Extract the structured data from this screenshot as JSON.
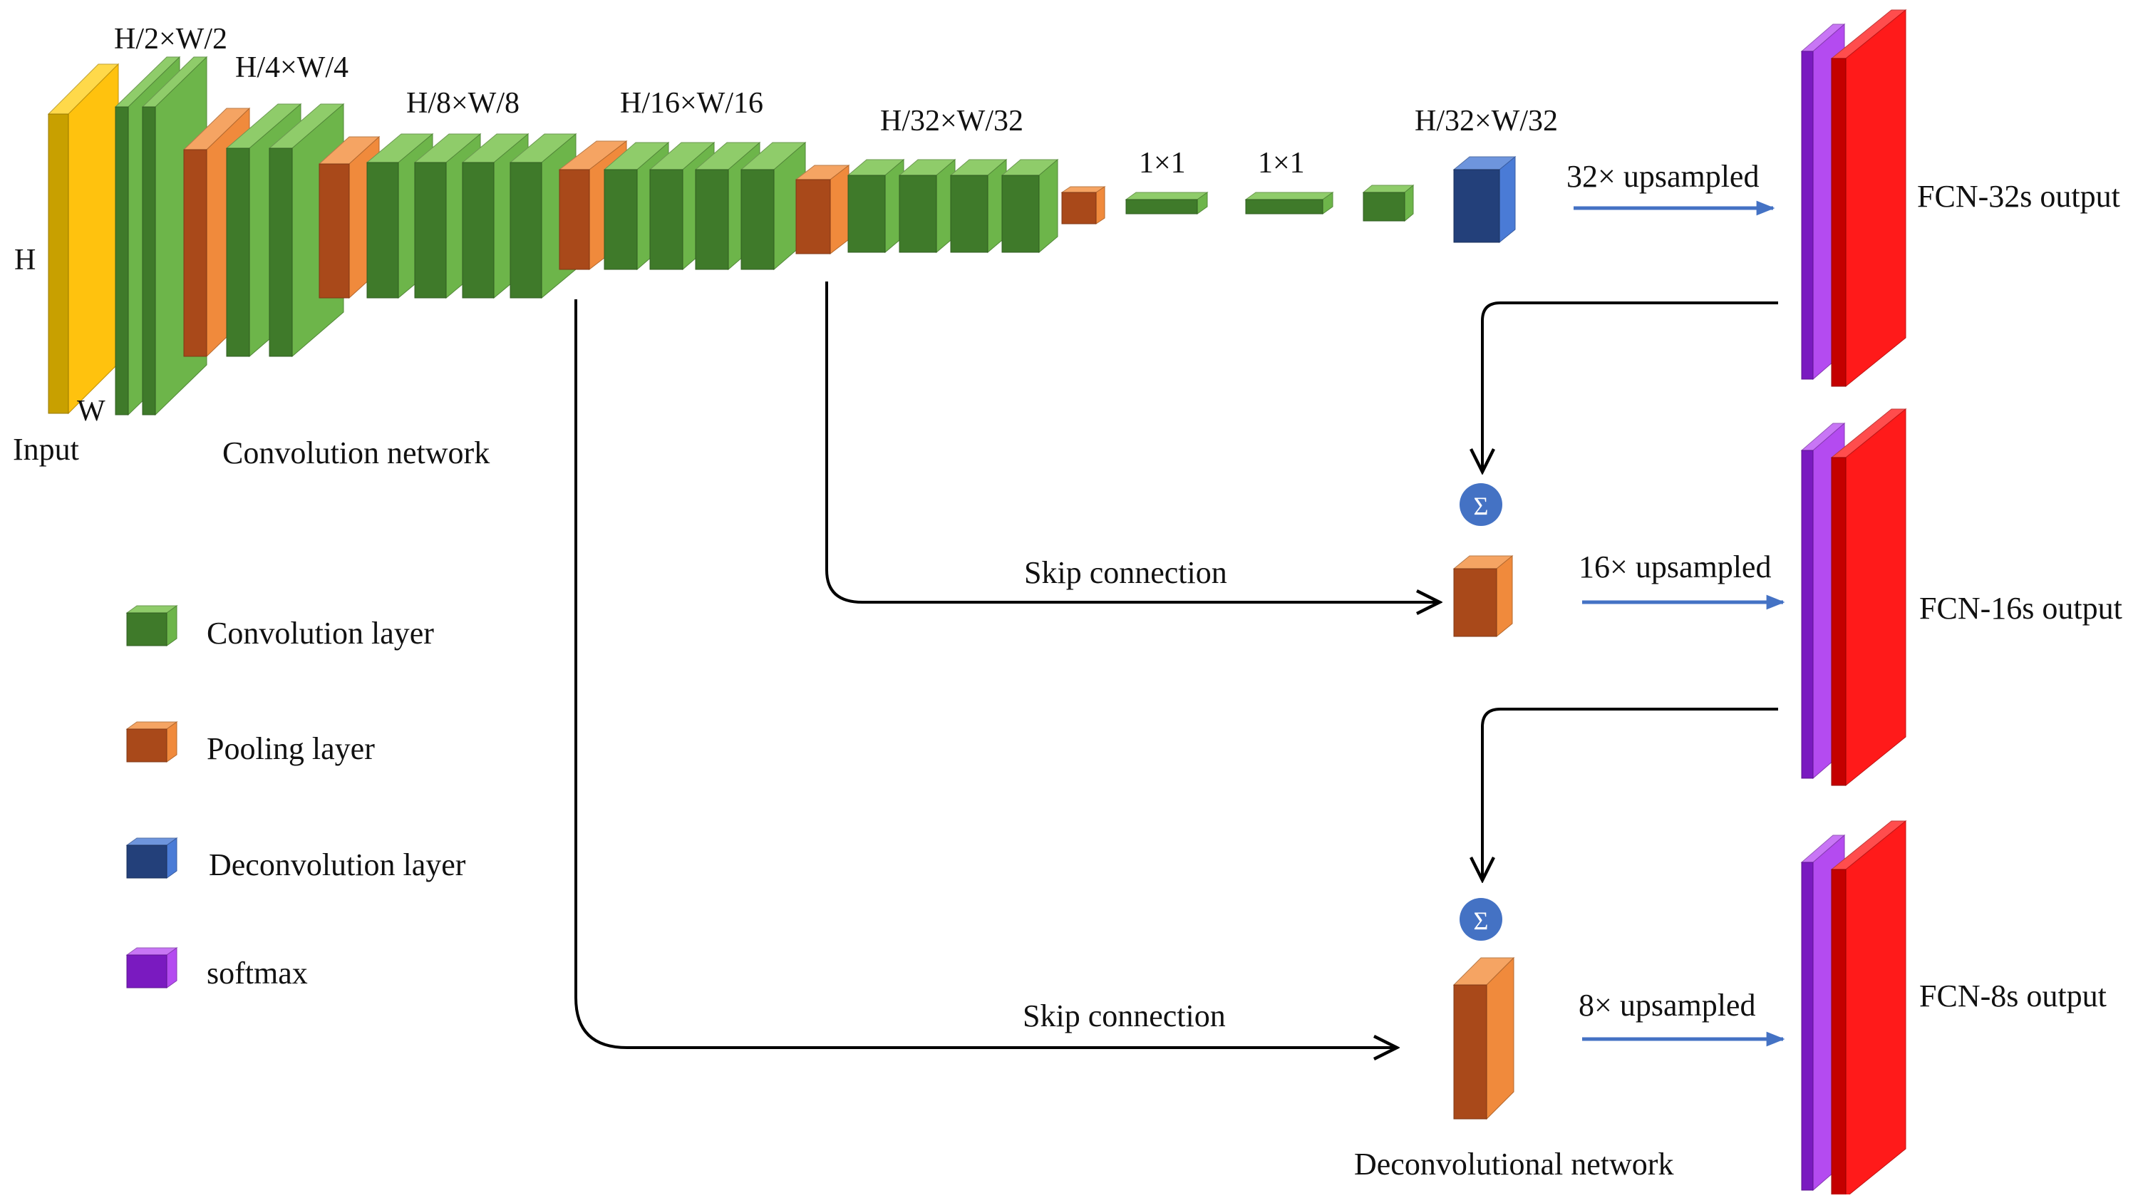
{
  "colors": {
    "input": "#FFC000",
    "convolution": "#4E8F2E",
    "pooling": "#C0561D",
    "deconvolution": "#2E4F8F",
    "softmax": "#8A1FCF",
    "output": "#F00000",
    "sum_circle": "#4472C4",
    "upsample_arrow": "#4472C4",
    "connector": "#000000"
  },
  "encoder": {
    "input_label": "Input",
    "height_label": "H",
    "width_label": "W",
    "network_label": "Convolution network",
    "stage_labels": [
      "H/2×W/2",
      "H/4×W/4",
      "H/8×W/8",
      "H/16×W/16",
      "H/32×W/32"
    ],
    "fc_labels": [
      "1×1",
      "1×1"
    ]
  },
  "decoder": {
    "scale_label": "H/32×W/32",
    "sum_symbol": "Σ",
    "skip_label": "Skip connection",
    "network_label": "Deconvolutional network"
  },
  "outputs": [
    {
      "upsample_label": "32× upsampled",
      "output_label": "FCN-32s output"
    },
    {
      "upsample_label": "16× upsampled",
      "output_label": "FCN-16s output"
    },
    {
      "upsample_label": "8× upsampled",
      "output_label": "FCN-8s output"
    }
  ],
  "legend": [
    {
      "label": "Convolution layer",
      "icon": "convolution-cube"
    },
    {
      "label": "Pooling layer",
      "icon": "pooling-cube"
    },
    {
      "label": "Deconvolution layer",
      "icon": "deconvolution-cube"
    },
    {
      "label": "softmax",
      "icon": "softmax-cube"
    }
  ]
}
